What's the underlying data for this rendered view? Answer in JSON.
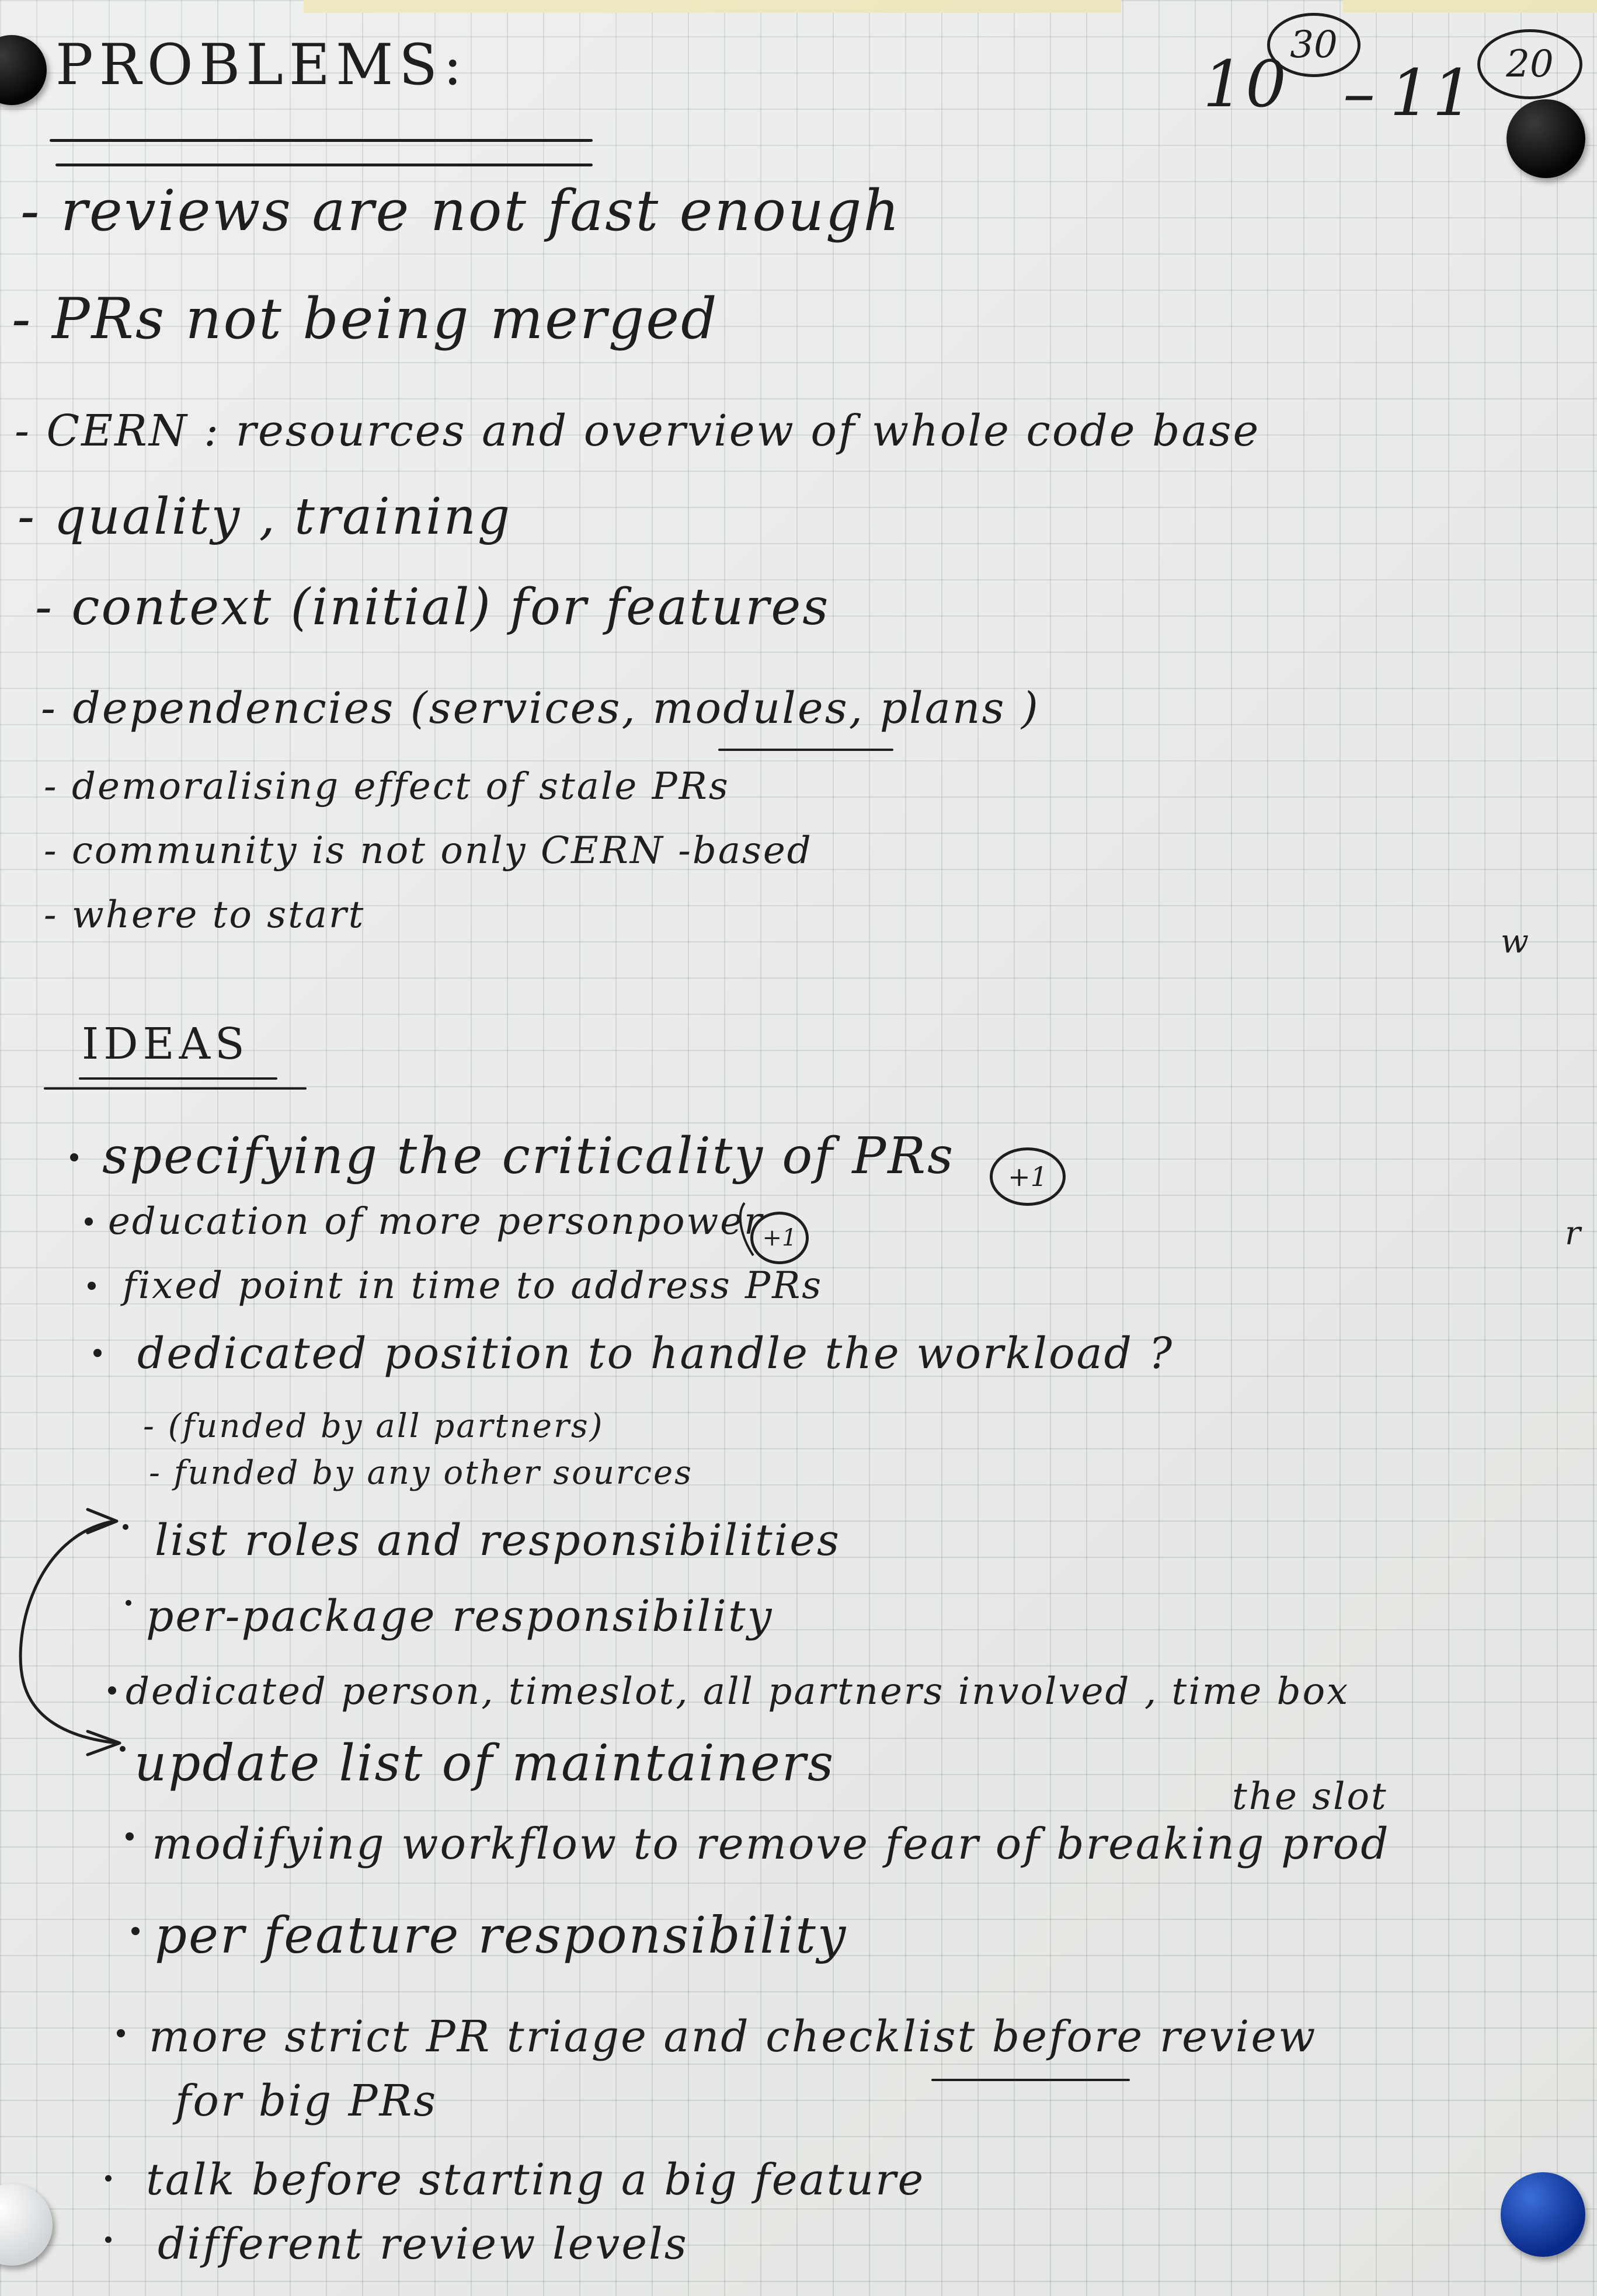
{
  "header": {
    "title": "PROBLEMS:",
    "time_start_hour": "10",
    "time_start_min": "30",
    "time_dash": "–",
    "time_end_hour": "11",
    "time_end_min": "20"
  },
  "problems": [
    "- reviews are not fast enough",
    "- PRs not being merged",
    "- CERN : resources and overview of whole code base",
    "- quality , training",
    "- context (initial) for features",
    "- dependencies (services, modules, plans )",
    "- demoralising effect of stale PRs",
    "- community is not only CERN -based",
    "- where to start"
  ],
  "margin_marks": {
    "mark_a": "w",
    "mark_b": "r"
  },
  "ideas": {
    "heading": "IDEAS",
    "items": [
      "specifying the criticality of PRs",
      "education of more personpower",
      "fixed point in time to address PRs",
      "dedicated position to handle the workload ?",
      "- (funded by all partners)",
      "- funded by any other sources",
      "list roles and responsibilities",
      "per-package responsibility",
      "dedicated person, timeslot, all partners involved , time box",
      "the slot",
      "update list of maintainers",
      "modifying workflow to remove fear of breaking prod",
      "per feature responsibility",
      "more strict PR triage and checklist before review",
      "for big PRs",
      "talk before starting a big feature",
      "different review levels"
    ],
    "vote_1": "+1",
    "vote_2": "+1"
  },
  "colors": {
    "paper": "#eceeeb",
    "grid": "#8a9494",
    "ink": "#1e1e1e",
    "magnet_black": "#050505",
    "magnet_blue": "#0a2a8a",
    "tape": "#efe6b8"
  }
}
